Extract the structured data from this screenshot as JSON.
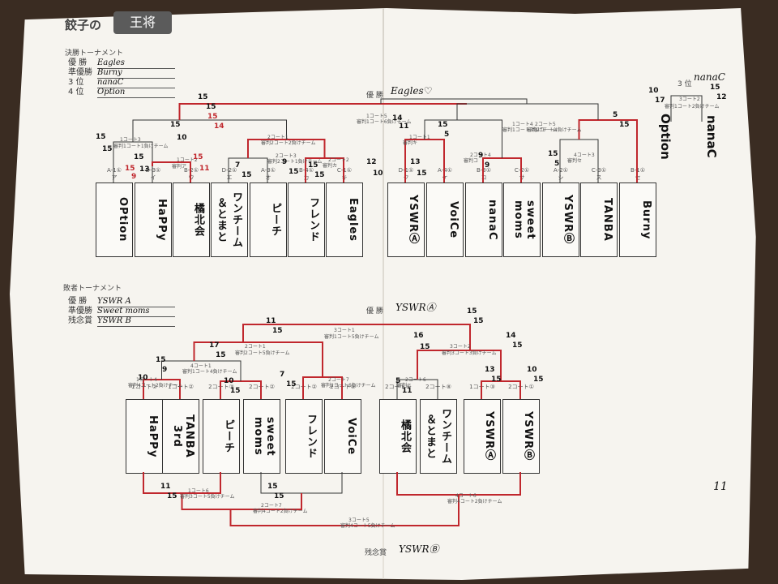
{
  "header": {
    "title": "餃子の",
    "logo": "王将"
  },
  "main_tournament": {
    "heading": "決勝トーナメント",
    "results": [
      {
        "label": "優 勝",
        "value": "Eagles"
      },
      {
        "label": "準優勝",
        "value": "Burny"
      },
      {
        "label": "3 位",
        "value": "nanaC"
      },
      {
        "label": "4 位",
        "value": "Option"
      }
    ],
    "champion_label": "優 勝",
    "champion_name": "Eagles♡",
    "third_label": "3 位",
    "third_name": "nanaC",
    "third_sub": "3コート2",
    "third_sub2": "審判1コート2負けチーム",
    "third_side_left": "Option",
    "third_side_right": "nanaC",
    "final_label": "1コート5",
    "final_sub": "審判1コート6負けチーム",
    "teams": [
      {
        "code": "A-1①",
        "sub": "ア",
        "name": "OPtion"
      },
      {
        "code": "D-3①",
        "sub": "イ",
        "name": "HaPPy"
      },
      {
        "code": "B-2①",
        "sub": "ウ",
        "name": "橘北会"
      },
      {
        "code": "D-2①",
        "sub": "エ",
        "name": "ワンチーム＆とまと"
      },
      {
        "code": "A-3①",
        "sub": "オ",
        "name": "ピーチ"
      },
      {
        "code": "B-4①",
        "sub": "カ",
        "name": "フレンド"
      },
      {
        "code": "C-1①",
        "sub": "キ",
        "name": "Eagles"
      },
      {
        "code": "D-1①",
        "sub": "ク",
        "name": "YSWRⒶ"
      },
      {
        "code": "A-4①",
        "sub": "ケ",
        "name": "VoiCe"
      },
      {
        "code": "B-3①",
        "sub": "コ",
        "name": "nanaC"
      },
      {
        "code": "C-2①",
        "sub": "サ",
        "name": "sweet moms"
      },
      {
        "code": "A-2①",
        "sub": "シ",
        "name": "YSWRⒷ"
      },
      {
        "code": "C-3①",
        "sub": "ス",
        "name": "TANBA"
      },
      {
        "code": "B-1①",
        "sub": "セ",
        "name": "Burny"
      }
    ],
    "match_labels": [
      "1コート3",
      "審判1コート1負けチーム",
      "1コート2",
      "審判ア",
      "2コート1",
      "審判2コート2負けチーム",
      "2コート3",
      "審判2コート1負けチーム",
      "2コート2",
      "審判カ",
      "1コート1",
      "審判キ",
      "2コート4",
      "審判コ",
      "4コート3",
      "審判セ",
      "1コート4",
      "審判1コート3負けチーム",
      "2コート5",
      "審判2コート4負けチーム"
    ],
    "scores": [
      "15",
      "15",
      "15",
      "13",
      "15",
      "10",
      "7",
      "15",
      "9",
      "15",
      "15",
      "15",
      "12",
      "10",
      "14",
      "11",
      "13",
      "15",
      "15",
      "5",
      "9",
      "9",
      "15",
      "5",
      "5",
      "15",
      "10",
      "17",
      "15",
      "12",
      "15",
      "15",
      "15",
      "9",
      "15",
      "11",
      "15",
      "14"
    ]
  },
  "consolation": {
    "heading": "敗者トーナメント",
    "results": [
      {
        "label": "優 勝",
        "value": "YSWR A"
      },
      {
        "label": "準優勝",
        "value": "Sweet moms"
      },
      {
        "label": "残念賞",
        "value": "YSWR B"
      }
    ],
    "champion_label": "優 勝",
    "champion_name": "YSWRⒶ",
    "booby_label": "残念賞",
    "booby_name": "YSWRⒷ",
    "teams": [
      {
        "code": "1コート②",
        "name": "HaPPy"
      },
      {
        "code": "1コート②",
        "name": "TANBA 3rd"
      },
      {
        "code": "2コート③",
        "name": "ピーチ"
      },
      {
        "code": "2コート②",
        "name": "sweet moms"
      },
      {
        "code": "2コート②",
        "name": "フレンド"
      },
      {
        "code": "2コート⑤",
        "name": "VoiCe"
      },
      {
        "code": "2コート⑥",
        "name": "橘北会"
      },
      {
        "code": "2コート⑧",
        "name": "ワンチーム＆とまと"
      },
      {
        "code": "1コート③",
        "name": "YSWRⒶ"
      },
      {
        "code": "2コート①",
        "name": "YSWRⒷ"
      }
    ],
    "match_labels": [
      "3コート1",
      "審判1コート5負けチーム",
      "2コート1",
      "審判2コート5負けチーム",
      "4コート1",
      "審判1コート4負けチーム",
      "1コート4",
      "審判4コート2負けチーム",
      "2コート7",
      "審判2コート6負けチーム",
      "3コート2",
      "審判3コート3負けチーム",
      "2コート6",
      "審判ニ",
      "1コート6",
      "審判3コート5負けチーム",
      "2コート7",
      "審判4コート2負けチーム",
      "4コート6",
      "審判4コート2負けチーム",
      "3コート5",
      "審判4コート5負けチーム"
    ],
    "scores": [
      "15",
      "9",
      "17",
      "15",
      "11",
      "15",
      "10",
      "15",
      "7",
      "15",
      "16",
      "15",
      "5",
      "11",
      "15",
      "15",
      "14",
      "15",
      "13",
      "15",
      "10",
      "15",
      "11",
      "15",
      "15",
      "15",
      "10"
    ],
    "page_number": "11"
  },
  "colors": {
    "ink": "#333333",
    "red": "#c0272d",
    "paper": "#f6f4ef",
    "background": "#3a2c22"
  }
}
